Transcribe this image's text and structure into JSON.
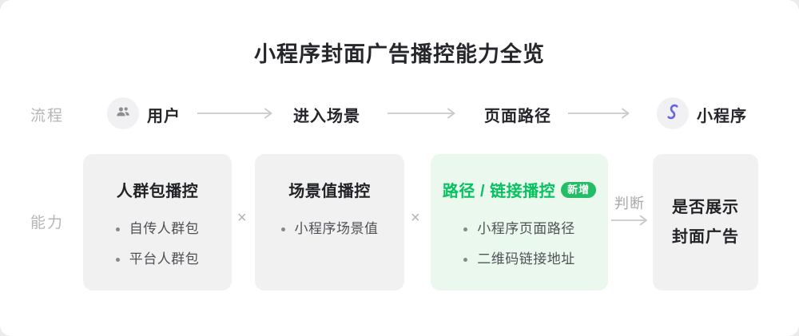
{
  "page_title": "小程序封面广告播控能力全览",
  "flow": {
    "row_label": "流程",
    "user_label": "用户",
    "scene_label": "进入场景",
    "path_label": "页面路径",
    "miniprogram_label": "小程序"
  },
  "capability": {
    "row_label": "能力",
    "multiply": "×",
    "judge_label": "判断",
    "boxes": [
      {
        "title": "人群包播控",
        "bullets": [
          "自传人群包",
          "平台人群包"
        ]
      },
      {
        "title": "场景值播控",
        "bullets": [
          "小程序场景值"
        ]
      },
      {
        "title": "路径 / 链接播控",
        "badge": "新增",
        "bullets": [
          "小程序页面路径",
          "二维码链接地址"
        ]
      },
      {
        "line1": "是否展示",
        "line2": "封面广告"
      }
    ]
  },
  "icons": {
    "user": "users-icon",
    "miniprogram": "miniprogram-icon"
  },
  "colors": {
    "accent_green": "#07c160",
    "badge_green": "#23bd66",
    "green_box_bg": "#eaf8ee",
    "gray_box_bg": "#f1f1f2",
    "miniprogram_purple": "#6466e3",
    "arrow_gray": "#c9c9cc",
    "label_gray": "#b6b6ba",
    "card_bg": "#ffffff"
  }
}
